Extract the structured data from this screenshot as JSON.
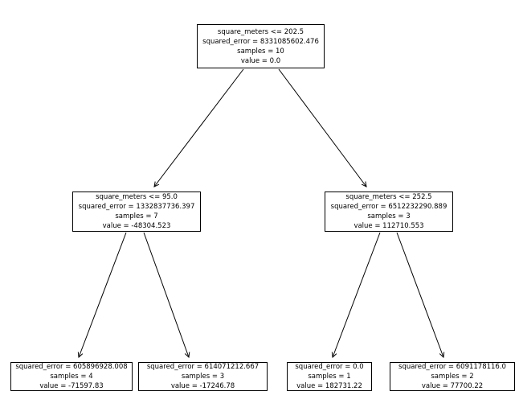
{
  "figure": {
    "background_color": "#ffffff",
    "node_fill_color": "#ffffff",
    "node_border_color": "#000000",
    "text_color": "#000000",
    "edge_color": "#000000"
  },
  "tree": {
    "root": {
      "lines": [
        "square_meters <= 202.5",
        "squared_error = 8331085602.476",
        "samples = 10",
        "value = 0.0"
      ]
    },
    "left_split": {
      "lines": [
        "square_meters <= 95.0",
        "squared_error = 1332837736.397",
        "samples = 7",
        "value = -48304.523"
      ]
    },
    "right_split": {
      "lines": [
        "square_meters <= 252.5",
        "squared_error = 6512232290.889",
        "samples = 3",
        "value = 112710.553"
      ]
    },
    "leaf_left_left": {
      "lines": [
        "squared_error = 605896928.008",
        "samples = 4",
        "value = -71597.83"
      ]
    },
    "leaf_left_right": {
      "lines": [
        "squared_error = 614071212.667",
        "samples = 3",
        "value = -17246.78"
      ]
    },
    "leaf_right_left": {
      "lines": [
        "squared_error = 0.0",
        "samples = 1",
        "value = 182731.22"
      ]
    },
    "leaf_right_right": {
      "lines": [
        "squared_error = 6091178116.0",
        "samples = 2",
        "value = 77700.22"
      ]
    }
  }
}
